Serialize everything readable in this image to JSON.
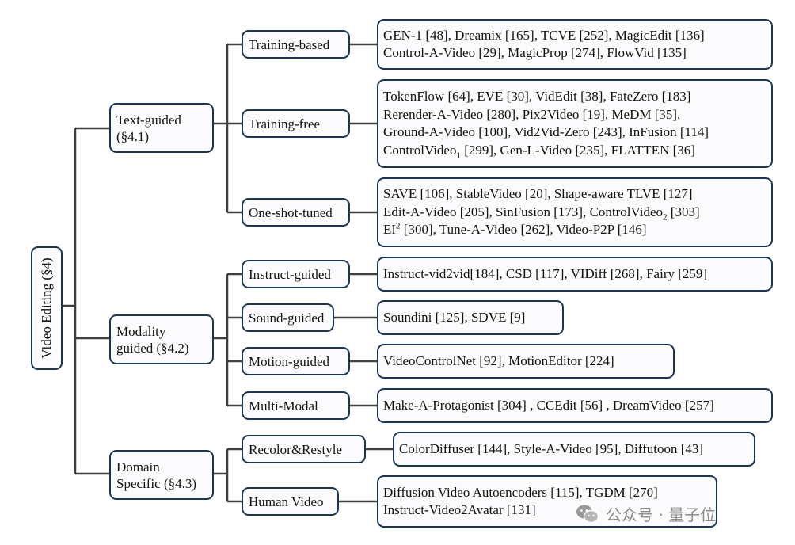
{
  "root": {
    "label": "Video Editing (§4)"
  },
  "categories": {
    "text_guided": {
      "lines": [
        "Text-guided",
        "(§4.1)"
      ],
      "subcategories": {
        "training_based": {
          "label": "Training-based",
          "methods": [
            "GEN-1 [48], Dreamix [165], TCVE [252], MagicEdit [136]",
            "Control-A-Video [29], MagicProp [274], FlowVid [135]"
          ]
        },
        "training_free": {
          "label": "Training-free",
          "methods": [
            "TokenFlow [64], EVE [30], VidEdit [38], FateZero [183]",
            "Rerender-A-Video [280], Pix2Video [19], MeDM [35],",
            "Ground-A-Video [100], Vid2Vid-Zero [243], InFusion [114]"
          ],
          "last_line": {
            "pre": "ControlVideo",
            "sub": "1",
            "post": " [299], Gen-L-Video [235], FLATTEN [36]"
          }
        },
        "one_shot_tuned": {
          "label": "One-shot-tuned",
          "line1": "SAVE [106], StableVideo [20], Shape-aware TLVE [127]",
          "line2": {
            "pre": "Edit-A-Video [205], SinFusion [173], ControlVideo",
            "sub": "2",
            "post": " [303]"
          },
          "line3": {
            "pre": "EI",
            "sup": "2",
            "post": " [300], Tune-A-Video [262], Video-P2P [146]"
          }
        }
      }
    },
    "modality_guided": {
      "lines": [
        "Modality",
        "guided (§4.2)"
      ],
      "subcategories": {
        "instruct_guided": {
          "label": "Instruct-guided",
          "methods": "Instruct-vid2vid[184], CSD [117], VIDiff [268], Fairy [259]"
        },
        "sound_guided": {
          "label": "Sound-guided",
          "methods": "Soundini [125], SDVE [9]"
        },
        "motion_guided": {
          "label": "Motion-guided",
          "methods": "VideoControlNet [92], MotionEditor [224]"
        },
        "multi_modal": {
          "label": "Multi-Modal",
          "methods": "Make-A-Protagonist [304] , CCEdit [56] , DreamVideo [257]"
        }
      }
    },
    "domain_specific": {
      "lines": [
        "Domain",
        "Specific (§4.3)"
      ],
      "subcategories": {
        "recolor_restyle": {
          "label": "Recolor&Restyle",
          "methods": "ColorDiffuser [144], Style-A-Video [95], Diffutoon [43]"
        },
        "human_video": {
          "label": "Human Video",
          "methods": [
            "Diffusion Video Autoencoders [115], TGDM [270]",
            "Instruct-Video2Avatar [131]"
          ]
        }
      }
    }
  },
  "watermark": {
    "text": "公众号 · 量子位",
    "icon": "wechat-icon"
  },
  "colors": {
    "box_border": "#1c3553",
    "connector": "#3f3f3f",
    "box_fill": "#fbfbfd"
  }
}
